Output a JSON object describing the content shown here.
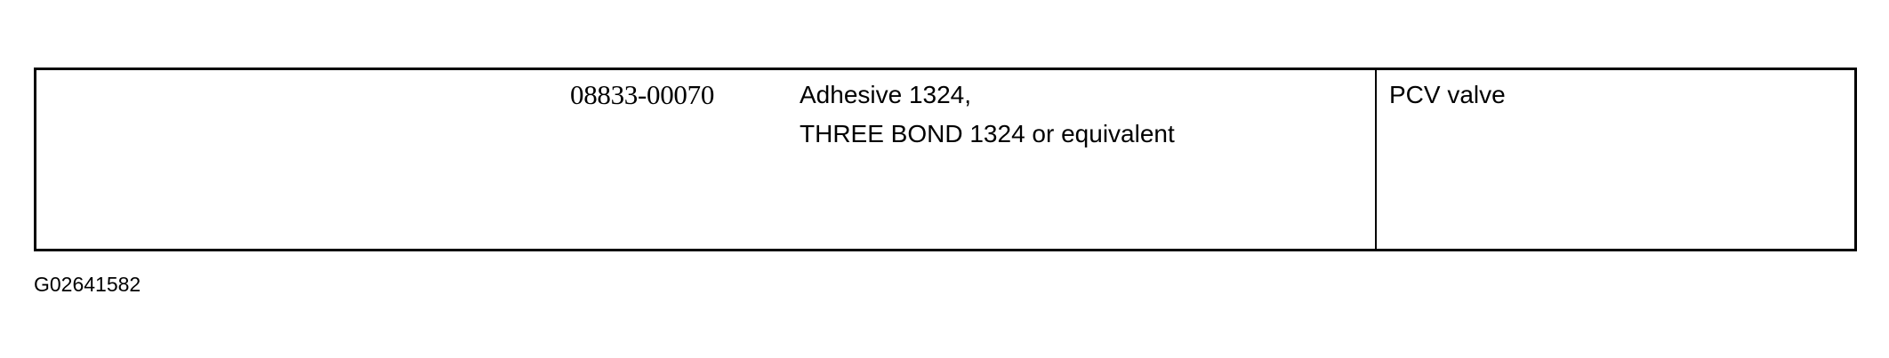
{
  "table": {
    "part_number": "08833-00070",
    "material_lines": [
      "Adhesive 1324,",
      "THREE BOND 1324 or equivalent"
    ],
    "use": "PCV valve"
  },
  "figure_id": "G02641582",
  "colors": {
    "text": "#000000",
    "border": "#000000",
    "background": "#ffffff"
  }
}
